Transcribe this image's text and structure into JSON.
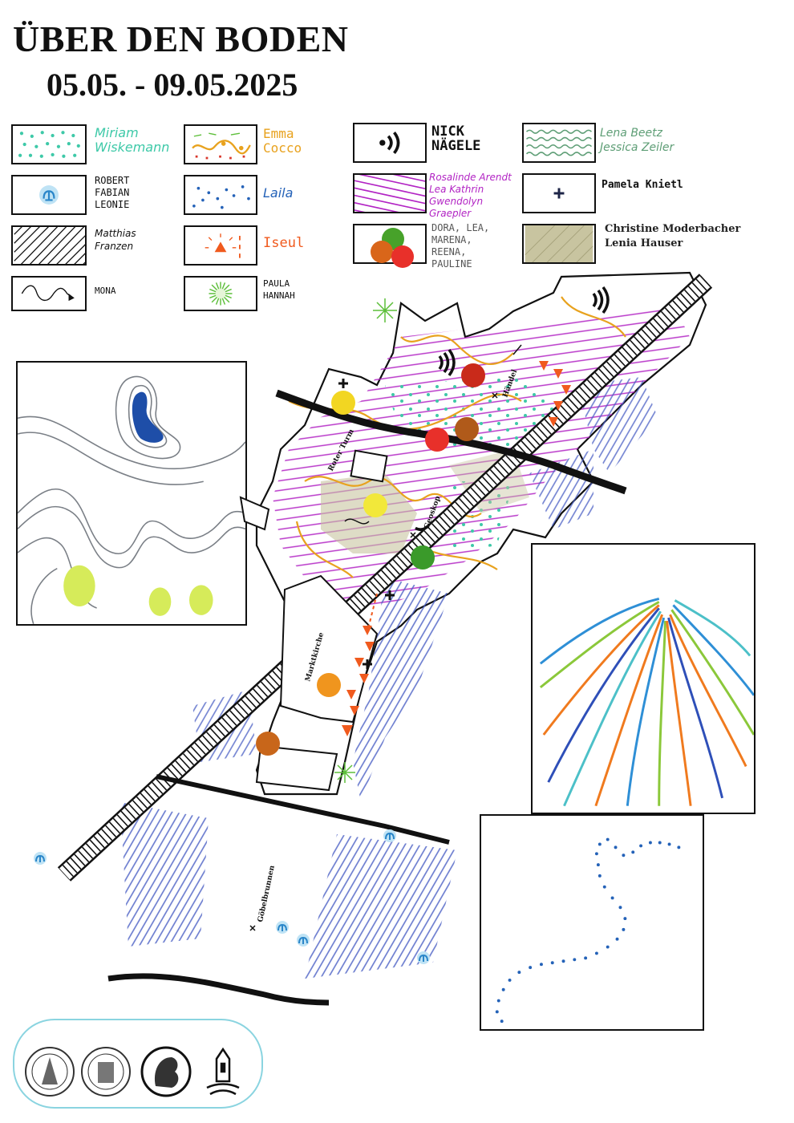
{
  "header": {
    "title": "ÜBER DEN BODEN",
    "dates": "05.05. - 09.05.2025"
  },
  "legend": [
    {
      "id": "miriam",
      "label": "Miriam\nWiskemann",
      "color": "#3ec9a8",
      "pattern": "dots-teal"
    },
    {
      "id": "emma",
      "label": "Emma\nCocco",
      "color": "#e8a21e",
      "pattern": "orange-squiggle"
    },
    {
      "id": "nick",
      "label": "NICK\nNÄGELE",
      "color": "#111111",
      "pattern": "sound-waves"
    },
    {
      "id": "lena",
      "label": "Lena Beetz\nJessica Zeiler",
      "color": "#5e9e76",
      "pattern": "green-waves"
    },
    {
      "id": "robert",
      "label": "ROBERT\nFABIAN\nLEONIE",
      "color": "#2a86c9",
      "pattern": "fountain"
    },
    {
      "id": "laila",
      "label": "Laila",
      "color": "#2462b8",
      "pattern": "blue-dots"
    },
    {
      "id": "rosalinde",
      "label": "Rosalinde Arendt\nLea Kathrin\nGwendolyn\nGraepler",
      "color": "#b224c4",
      "pattern": "purple-stripes"
    },
    {
      "id": "pamela",
      "label": "Pamela Knietl",
      "color": "#111111",
      "pattern": "cross"
    },
    {
      "id": "matthias",
      "label": "Matthias\nFranzen",
      "color": "#111111",
      "pattern": "hatch"
    },
    {
      "id": "iseul",
      "label": "Iseul",
      "color": "#f05a1e",
      "pattern": "orange-sun"
    },
    {
      "id": "dora",
      "label": "DORA, LEA,\nMARENA,\nREENA,\nPAULINE",
      "color": "#555555",
      "pattern": "circles"
    },
    {
      "id": "christine",
      "label": "Christine Moderbacher\nLenia Hauser",
      "color": "#9e9a72",
      "pattern": "pencil-shade"
    },
    {
      "id": "mona",
      "label": "MONA",
      "color": "#111111",
      "pattern": "arrow-line"
    },
    {
      "id": "paula",
      "label": "PAULA\nHANNAH",
      "color": "#5dbf3a",
      "pattern": "green-burst"
    }
  ],
  "map_labels": {
    "roter_turm": "Roter Turm",
    "haendel": "Händel",
    "geoskop": "Geoskop",
    "marktkirche": "Marktkirche",
    "goebelbrunnen": "Göbelbrunnen"
  },
  "logos": [
    "seal-icon",
    "seal-icon",
    "minerva-icon",
    "building-icon"
  ]
}
